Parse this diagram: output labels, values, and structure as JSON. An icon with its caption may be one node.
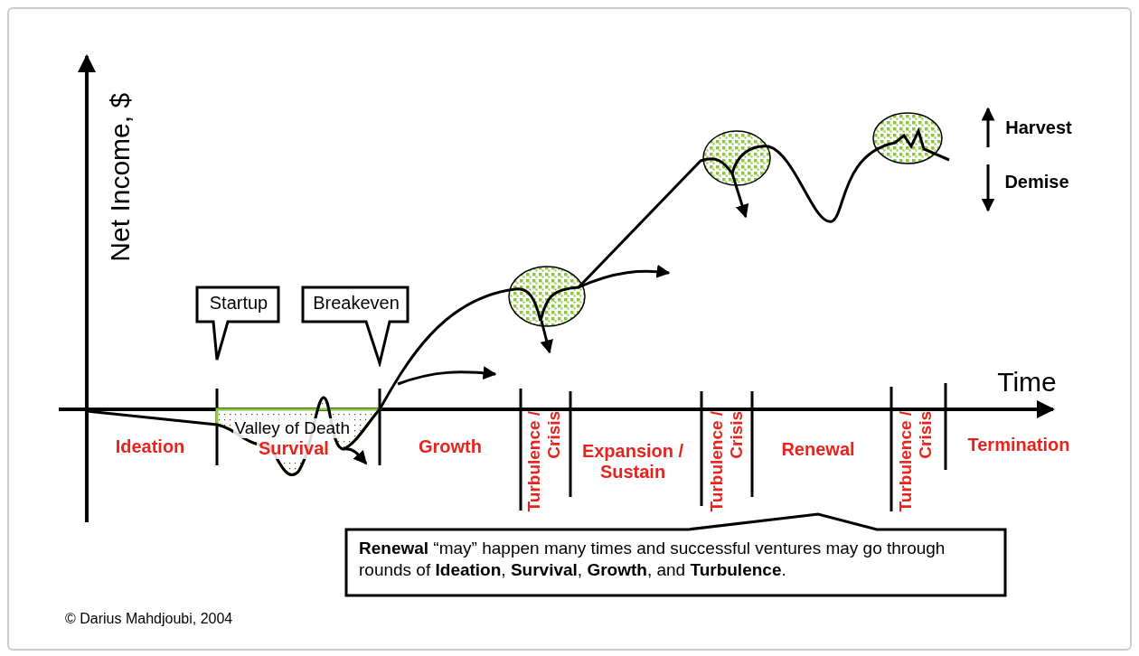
{
  "diagram": {
    "nodes": [
      {
        "text": [
          "Startup"
        ]
      },
      {
        "text": [
          "Breakeven"
        ]
      },
      {
        "text": [
          "**Renewal** “may” happen many times and successful ventures may go through rounds of **Ideation**, **Survival**, **Growth**, and **Turbulence**."
        ]
      }
    ],
    "labels": [
      "Net Income, $",
      "Harvest",
      "Demise",
      "Time",
      "Valley of Death",
      "Ideation",
      "Survival",
      "Growth",
      "Turbulence / Crisis",
      "Expansion / Sustain",
      "Turbulence / Crisis",
      "Renewal",
      "Turbulence / Crisis",
      "Termination",
      "© Darius Mahdjoubi, 2004"
    ]
  }
}
